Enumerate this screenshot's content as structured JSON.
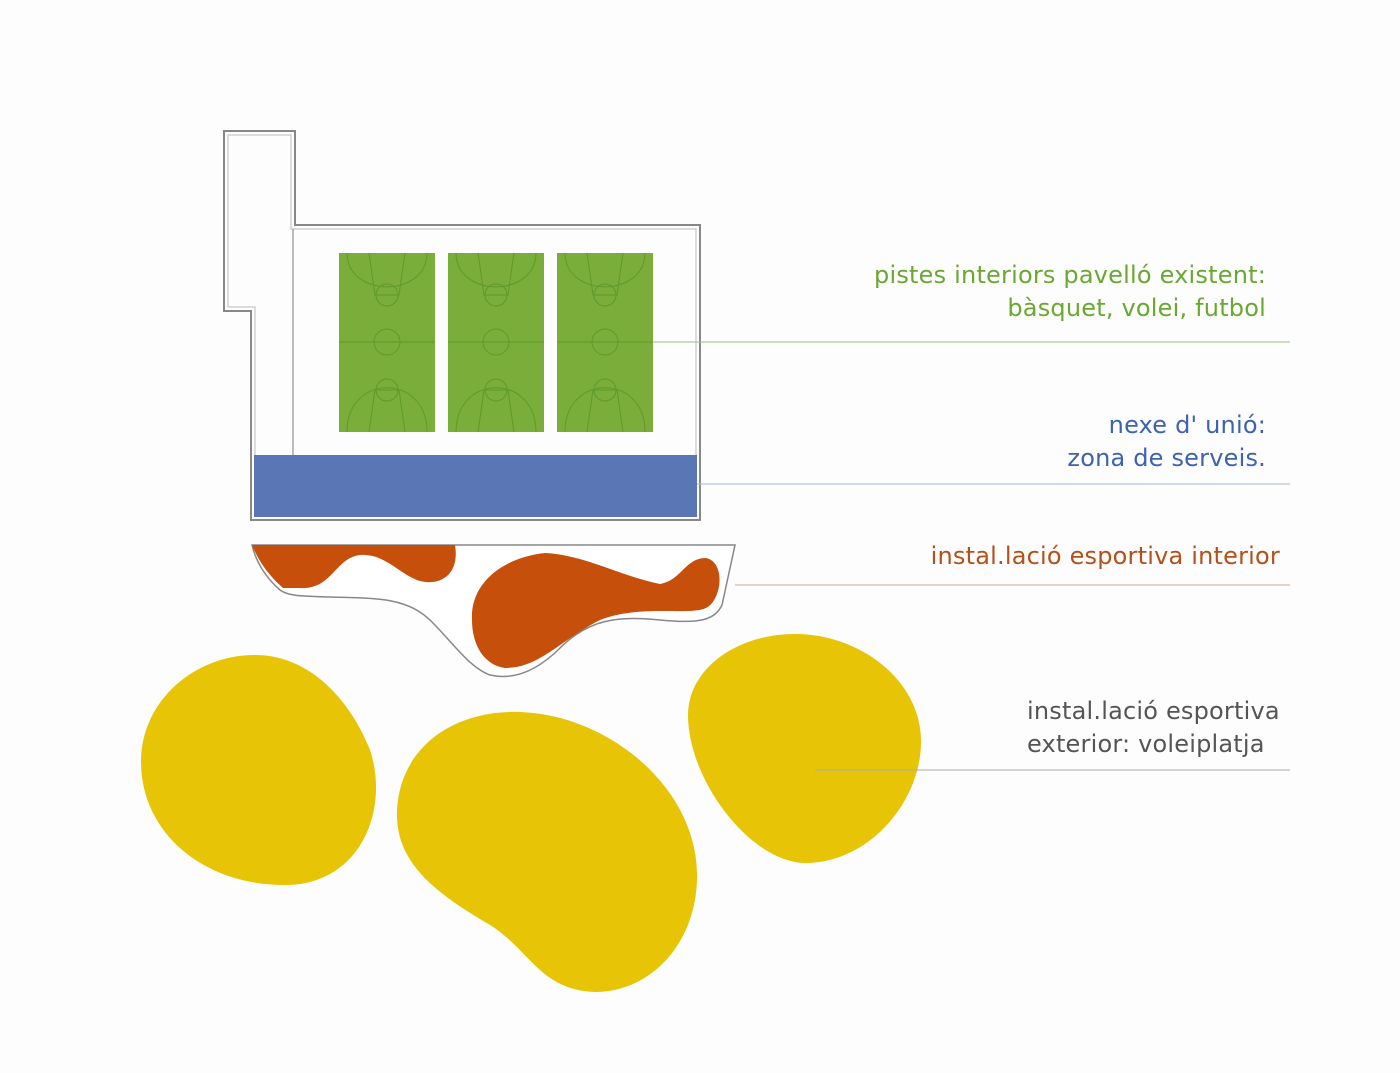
{
  "labels": {
    "courts": {
      "line1": "pistes interiors pavelló existent:",
      "line2": "bàsquet, volei, futbol"
    },
    "services": {
      "line1": "nexe d' unió:",
      "line2": "zona de serveis."
    },
    "indoor": {
      "line1": "instal.lació esportiva interior"
    },
    "outdoor": {
      "line1": "instal.lació esportiva",
      "line2": "exterior: voleiplatja"
    }
  },
  "colors": {
    "courts": "#7aad3a",
    "services": "#5b76b4",
    "indoor": "#c64f0c",
    "outdoor": "#e8c407",
    "courts_text": "#6aa832",
    "services_text": "#3e63ae",
    "indoor_text": "#b5501a",
    "outdoor_text": "#555555"
  }
}
